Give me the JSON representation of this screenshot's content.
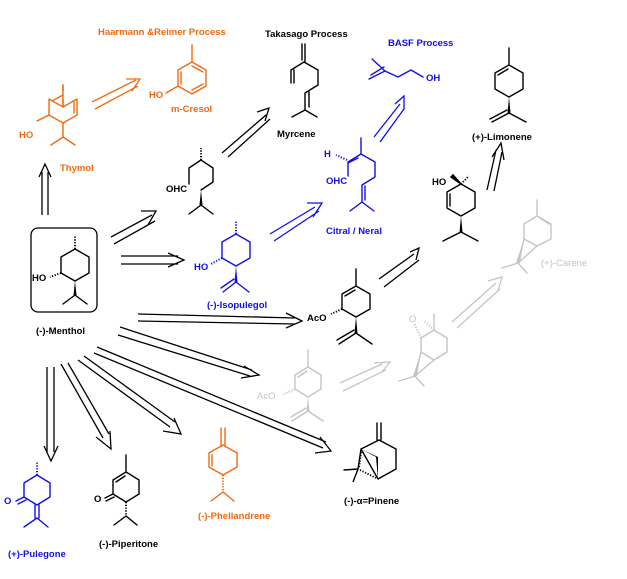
{
  "colors": {
    "black": "#000000",
    "orange": "#f26a10",
    "blue": "#1010e6",
    "gray": "#c4c4c4"
  },
  "processes": {
    "haarmann_reimer": "Haarmann &Reimer Process",
    "takasago": "Takasago Process",
    "basf": "BASF Process"
  },
  "compounds": {
    "menthol": "(-)-Menthol",
    "thymol": "Thymol",
    "m_cresol": "m-Cresol",
    "myrcene": "Myrcene",
    "citral": "Citral / Neral",
    "isopulegol": "(-)-Isopulegol",
    "limonene": "(+)-Limonene",
    "carene": "(+)-Carene",
    "pulegone": "(+)-Pulegone",
    "piperitone": "(-)-Piperitone",
    "phellandrene": "(-)-Phellandrene",
    "pinene": "(-)-α=Pinene"
  },
  "atoms": {
    "ho": "HO",
    "oh": "OH",
    "ohc": "OHC",
    "aco": "AcO",
    "h": "H",
    "o": "O"
  }
}
